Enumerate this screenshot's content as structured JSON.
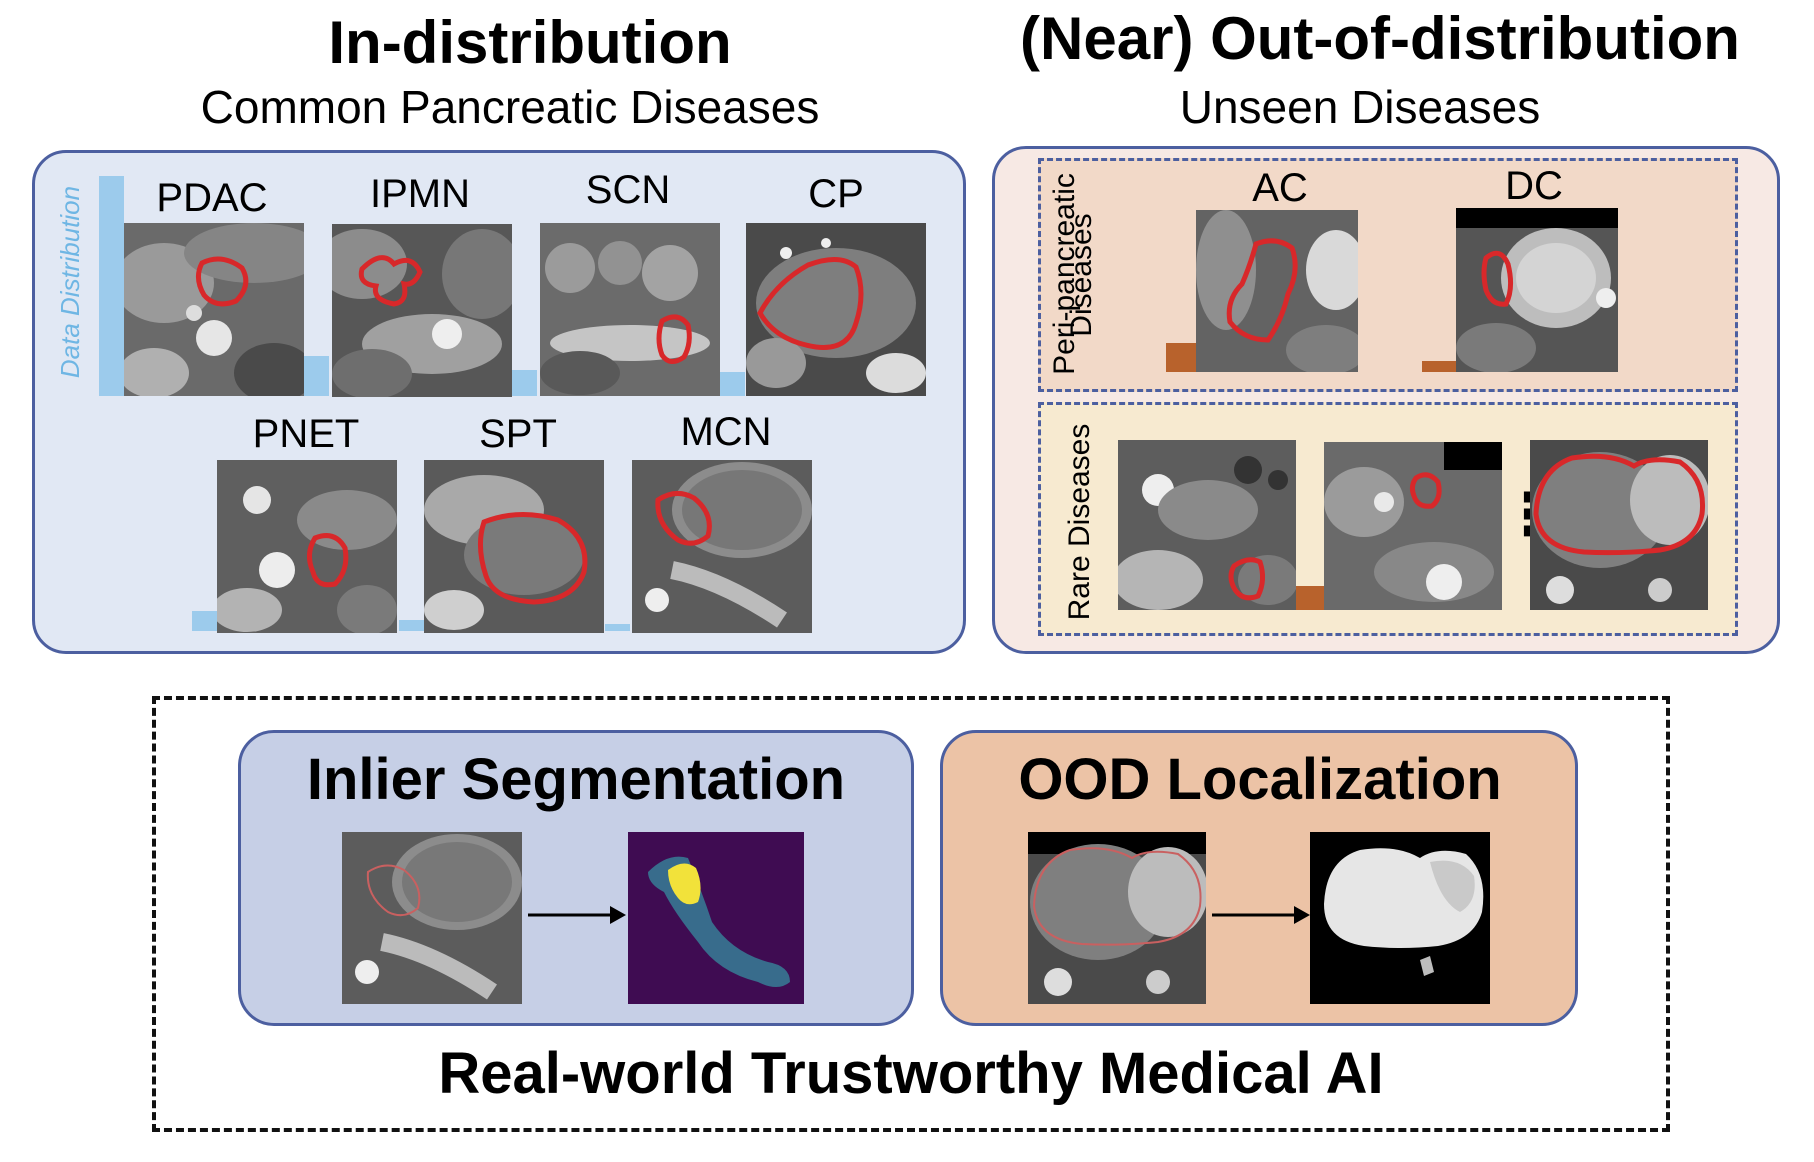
{
  "in_dist": {
    "title": "In-distribution",
    "subtitle": "Common Pancreatic Diseases",
    "axis_label": "Data Distribution",
    "diseases": [
      {
        "label": "PDAC",
        "bar": 1.0
      },
      {
        "label": "IPMN",
        "bar": 0.18
      },
      {
        "label": "SCN",
        "bar": 0.12
      },
      {
        "label": "CP",
        "bar": 0.11
      },
      {
        "label": "PNET",
        "bar": 0.09
      },
      {
        "label": "SPT",
        "bar": 0.05
      },
      {
        "label": "MCN",
        "bar": 0.03
      }
    ]
  },
  "ood": {
    "title": "(Near) Out-of-distribution",
    "subtitle": "Unseen Diseases",
    "peri_label_1": "Peri-pancreatic",
    "peri_label_2": "Diseases",
    "rare_label": "Rare Diseases",
    "peri": [
      {
        "label": "AC",
        "bar": 0.13
      },
      {
        "label": "DC",
        "bar": 0.05
      }
    ],
    "rare_bar": 0.11,
    "ellipsis": "⋮"
  },
  "tasks": {
    "inlier_title": "Inlier Segmentation",
    "ood_title": "OOD Localization",
    "footer": "Real-world Trustworthy Medical AI"
  },
  "colors": {
    "blue_panel": "#e1e8f4",
    "orange_panel": "#f7e9e4",
    "peri_box": "#f2d9c8",
    "rare_box": "#f7ead0",
    "inlier_card": "#c6cfe6",
    "ood_card": "#ecc3a6",
    "contour": "#d8282a",
    "bar_blue": "#9ccbec",
    "bar_orange": "#b8622c"
  }
}
